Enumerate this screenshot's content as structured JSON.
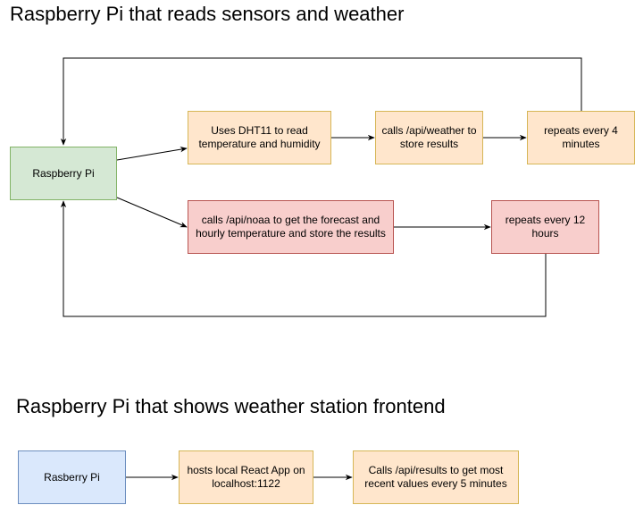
{
  "section1": {
    "title": "Raspberry Pi that reads sensors and weather",
    "nodes": {
      "pi": "Raspberry Pi",
      "dht11": "Uses DHT11 to read temperature and humidity",
      "weather_api": "calls /api/weather to store results",
      "repeat4": "repeats every 4 minutes",
      "noaa_api": "calls /api/noaa to get the forecast and hourly temperature and store the results",
      "repeat12": "repeats every 12 hours"
    }
  },
  "section2": {
    "title": "Raspberry Pi that shows weather station frontend",
    "nodes": {
      "pi": "Rasberry Pi",
      "react_app": "hosts local React App on localhost:1122",
      "results_api": "Calls /api/results to get most recent values every 5 minutes"
    }
  },
  "colors": {
    "green_fill": "#d5e8d4",
    "orange_fill": "#ffe6cc",
    "red_fill": "#f8cecc",
    "blue_fill": "#dae8fc"
  }
}
